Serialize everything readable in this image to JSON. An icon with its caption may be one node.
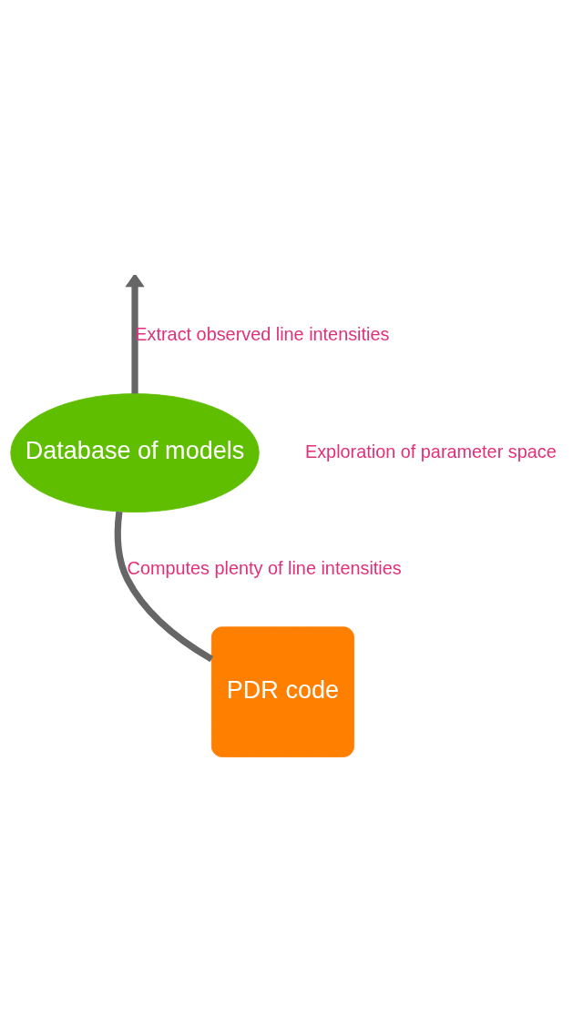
{
  "diagram": {
    "nodes": [
      {
        "text": [
          "Database of models"
        ]
      },
      {
        "text": [
          "PDR code"
        ]
      }
    ],
    "edges": [
      {
        "from": 1,
        "to": 0,
        "arrow": "none",
        "label": "Computes plenty of line intensities"
      },
      {
        "from": 0,
        "to": null,
        "arrow": "to",
        "label": "Extract observed line intensities"
      }
    ],
    "labels": [
      "Exploration of parameter space"
    ]
  }
}
